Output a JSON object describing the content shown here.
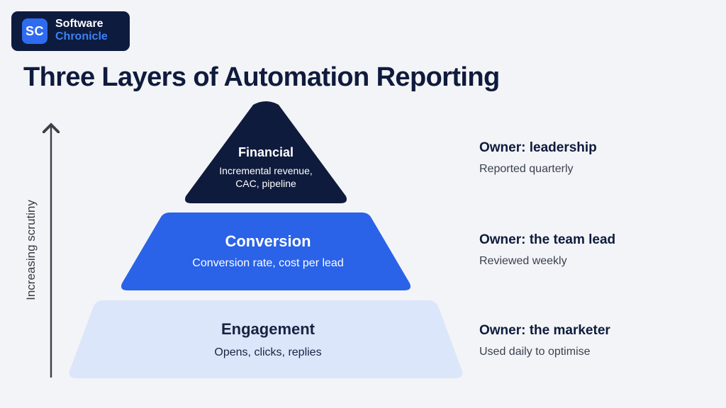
{
  "brand": {
    "mark": "SC",
    "name_line1": "Software",
    "name_line2": "Chronicle"
  },
  "title": "Three Layers of Automation Reporting",
  "axis": {
    "label": "Increasing scrutiny"
  },
  "layers": [
    {
      "title": "Financial",
      "description_lines": [
        "Incremental revenue,",
        "CAC, pipeline"
      ],
      "color": "#0f1b3d",
      "owner": "Owner: leadership",
      "cadence": "Reported quarterly"
    },
    {
      "title": "Conversion",
      "description_lines": [
        "Conversion rate, cost per lead"
      ],
      "color": "#2a62e8",
      "owner": "Owner: the team lead",
      "cadence": "Reviewed weekly"
    },
    {
      "title": "Engagement",
      "description_lines": [
        "Opens, clicks, replies"
      ],
      "color": "#dbe6fb",
      "owner": "Owner: the marketer",
      "cadence": "Used daily to optimise"
    }
  ]
}
